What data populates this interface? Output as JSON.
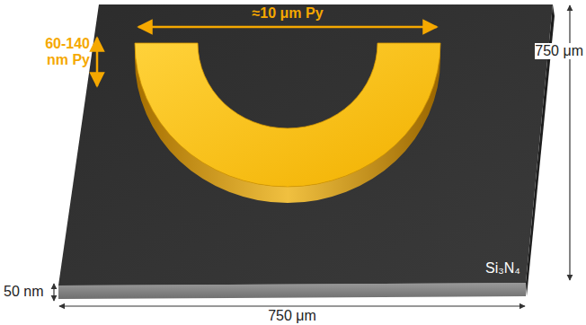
{
  "diagram": {
    "labels": [
      "≈10 μm Py",
      "60-140 nm Py",
      "750 μm",
      "Si₃N₄",
      "50 nm",
      "750 μm"
    ]
  }
}
